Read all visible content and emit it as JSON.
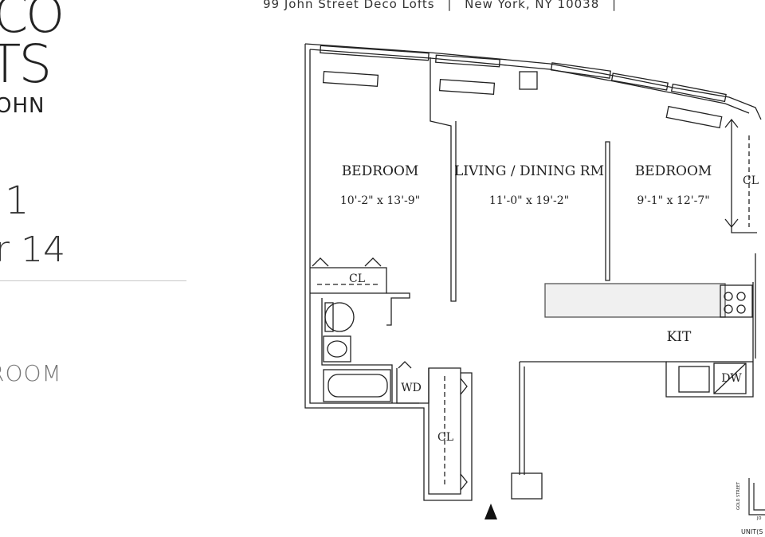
{
  "header": {
    "address": "99 John Street Deco Lofts",
    "city": "New York, NY 10038",
    "separator": "|"
  },
  "branding": {
    "logo_line1": "CO",
    "logo_line2": "TS",
    "logo_line3": "OHN"
  },
  "unit": {
    "number": "1",
    "floor": "r 14",
    "type": "ROOM"
  },
  "rooms": {
    "bedroom_left": {
      "name": "BEDROOM",
      "dims": "10'-2\" x 13'-9\""
    },
    "living": {
      "name": "LIVING / DINING RM",
      "dims": "11'-0\" x 19'-2\""
    },
    "bedroom_right": {
      "name": "BEDROOM",
      "dims": "9'-1\" x 12'-7\""
    },
    "kitchen": {
      "name": "KIT"
    },
    "closet_left": "CL",
    "closet_hall": "CL",
    "closet_right": "CL",
    "washer_dryer": "WD",
    "dishwasher": "DW"
  },
  "key_plan": {
    "street_label": "GOLD STREET",
    "street_label2": "JO",
    "unit_label": "UNIT(S"
  },
  "colors": {
    "wall": "#222222",
    "text": "#222222",
    "rule": "#c8c8c8"
  }
}
